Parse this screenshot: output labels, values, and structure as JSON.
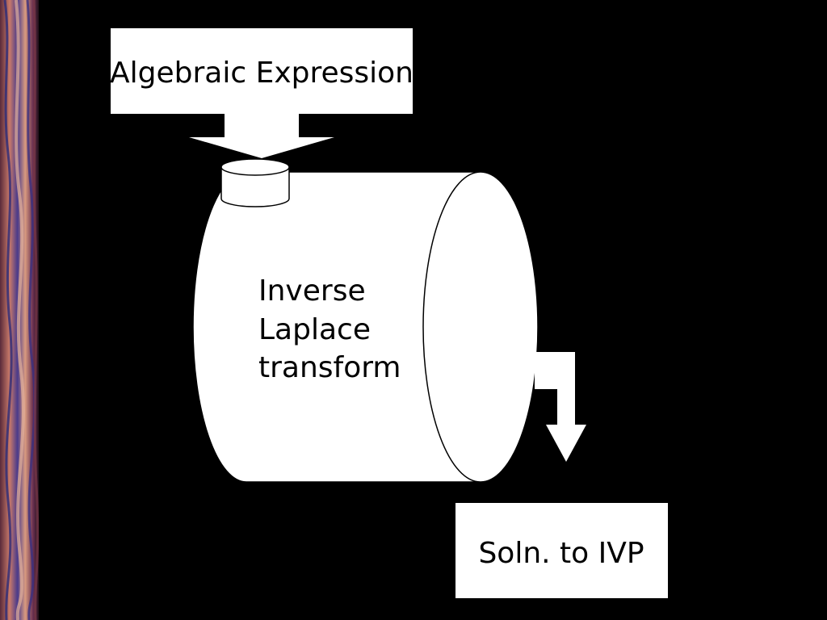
{
  "input_box": {
    "label": "Algebraic Expression"
  },
  "process": {
    "lines": [
      "Inverse",
      "Laplace",
      "transform"
    ]
  },
  "output_box": {
    "label": "Soln. to IVP"
  },
  "colors": {
    "background": "#000000",
    "shapes": "#ffffff",
    "text": "#000000"
  }
}
